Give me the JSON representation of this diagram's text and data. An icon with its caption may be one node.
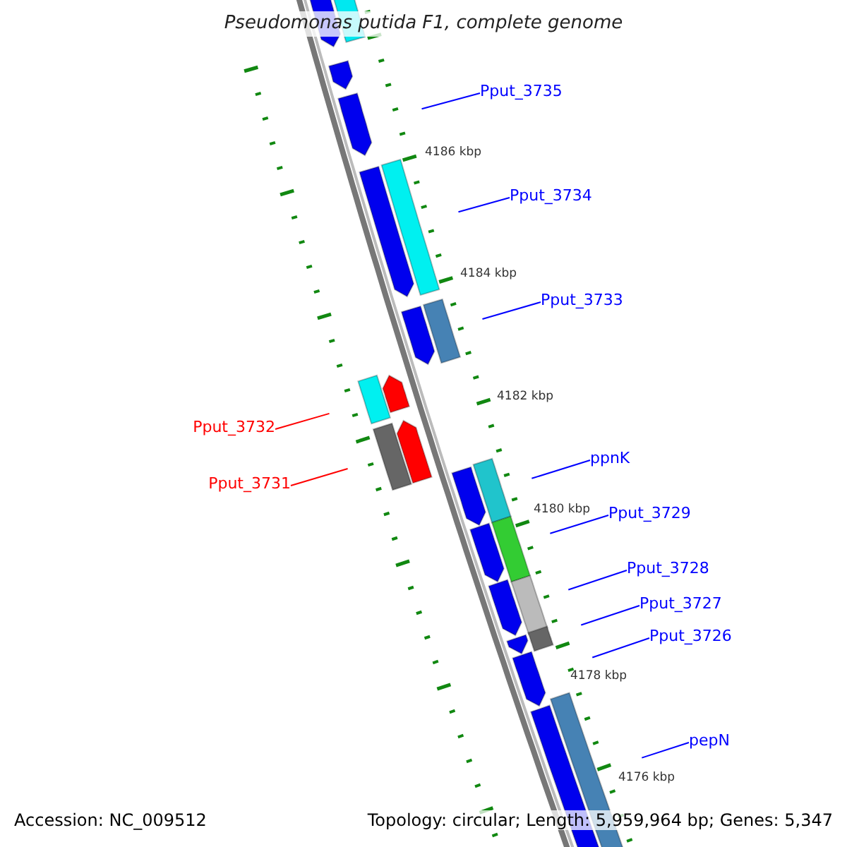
{
  "diagram": {
    "title": "Pseudomonas putida F1, complete genome",
    "nodes": [
      {
        "text": [
          "Pput_3735"
        ]
      },
      {
        "text": [
          "Pput_3734"
        ]
      },
      {
        "text": [
          "Pput_3733"
        ]
      },
      {
        "text": [
          "Pput_3732"
        ]
      },
      {
        "text": [
          "Pput_3731"
        ]
      },
      {
        "text": [
          "ppnK"
        ]
      },
      {
        "text": [
          "Pput_3729"
        ]
      },
      {
        "text": [
          "Pput_3728"
        ]
      },
      {
        "text": [
          "Pput_3727"
        ]
      },
      {
        "text": [
          "Pput_3726"
        ]
      },
      {
        "text": [
          "pepN"
        ]
      }
    ],
    "edges": [
      {
        "from": 0,
        "to": null,
        "arrow": "none"
      },
      {
        "from": 1,
        "to": null,
        "arrow": "none"
      },
      {
        "from": 2,
        "to": null,
        "arrow": "none"
      },
      {
        "from": 3,
        "to": null,
        "arrow": "none",
        "color": "#ff0000"
      },
      {
        "from": 4,
        "to": null,
        "arrow": "none",
        "color": "#ff0000"
      },
      {
        "from": 5,
        "to": null,
        "arrow": "none"
      },
      {
        "from": 6,
        "to": null,
        "arrow": "none"
      },
      {
        "from": 7,
        "to": null,
        "arrow": "none"
      },
      {
        "from": 8,
        "to": null,
        "arrow": "none"
      },
      {
        "from": 9,
        "to": null,
        "arrow": "none"
      },
      {
        "from": 10,
        "to": null,
        "arrow": "none"
      }
    ],
    "labels": [
      "4186 kbp",
      "4184 kbp",
      "4182 kbp",
      "4180 kbp",
      "4178 kbp",
      "4176 kbp",
      "Accession: NC_009512",
      "Topology: circular; Length: 5,959,964 bp; Genes: 5,347"
    ]
  }
}
